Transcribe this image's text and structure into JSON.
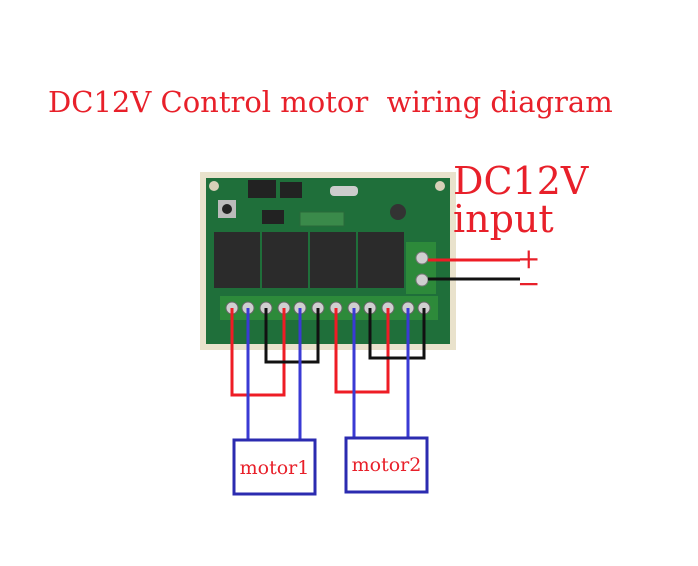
{
  "title": "DC12V Control motor  wiring diagram",
  "power": {
    "line1": "DC12V",
    "line2": "input",
    "plus": "+",
    "minus": "−"
  },
  "motors": [
    {
      "label": "motor1"
    },
    {
      "label": "motor2"
    }
  ],
  "colors": {
    "text": "#e8202a",
    "wire_red": "#ee1c25",
    "wire_black": "#111111",
    "wire_blue": "#3a3ad4",
    "box": "#2b2bb0",
    "pcb": "#1f6f3a",
    "relay": "#2b2b2b",
    "terminal": "#2d8a3a"
  }
}
